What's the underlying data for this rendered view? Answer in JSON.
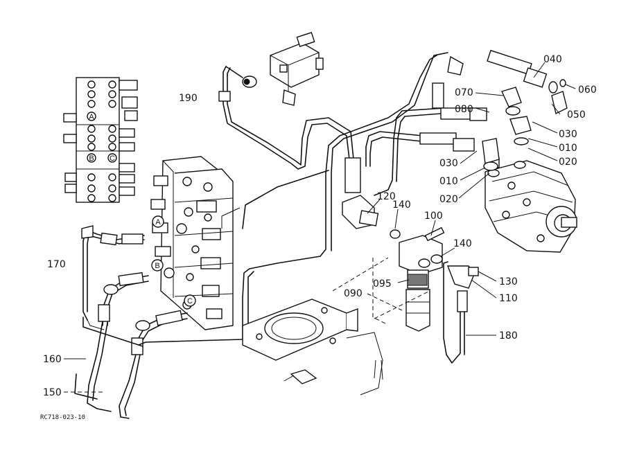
{
  "figure_code": "RC718-023-10",
  "callouts": {
    "c010a": "010",
    "c010b": "010",
    "c020a": "020",
    "c020b": "020",
    "c030a": "030",
    "c030b": "030",
    "c040": "040",
    "c050": "050",
    "c060": "060",
    "c070": "070",
    "c080": "080",
    "c090": "090",
    "c095": "095",
    "c100": "100",
    "c110": "110",
    "c120": "120",
    "c130": "130",
    "c140a": "140",
    "c140b": "140",
    "c150": "150",
    "c160": "160",
    "c170": "170",
    "c180": "180",
    "c190": "190"
  },
  "ports": {
    "a": "A",
    "b": "B",
    "c": "C",
    "inset_a": "A",
    "inset_b": "B",
    "inset_c": "C"
  }
}
